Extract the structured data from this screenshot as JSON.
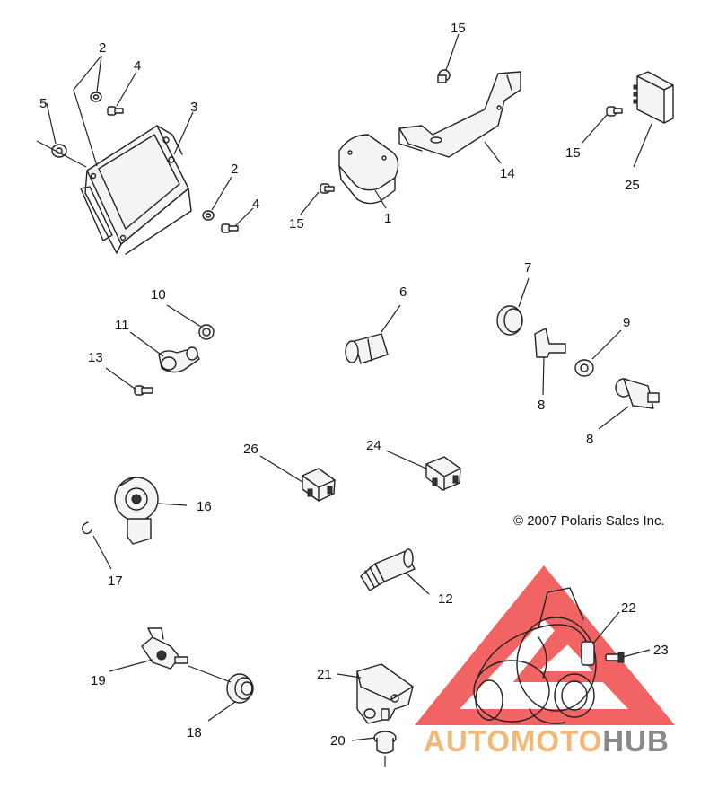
{
  "copyright": "© 2007 Polaris Sales Inc.",
  "watermark": {
    "word_auto": "AUTO",
    "word_moto": "MOTO",
    "word_hub": "HUB",
    "color_auto": "#f2b877",
    "color_moto": "#f2b877",
    "color_hub": "#8a8a8a",
    "triangle_color": "#f04848"
  },
  "callouts": {
    "c1": "1",
    "c2a": "2",
    "c2b": "2",
    "c3": "3",
    "c4a": "4",
    "c4b": "4",
    "c5": "5",
    "c6": "6",
    "c7": "7",
    "c8a": "8",
    "c8b": "8",
    "c9": "9",
    "c10": "10",
    "c11": "11",
    "c12": "12",
    "c13": "13",
    "c14": "14",
    "c15a": "15",
    "c15b": "15",
    "c15c": "15",
    "c16": "16",
    "c17": "17",
    "c18": "18",
    "c19": "19",
    "c20": "20",
    "c21": "21",
    "c22": "22",
    "c23": "23",
    "c24": "24",
    "c25": "25",
    "c26": "26"
  }
}
